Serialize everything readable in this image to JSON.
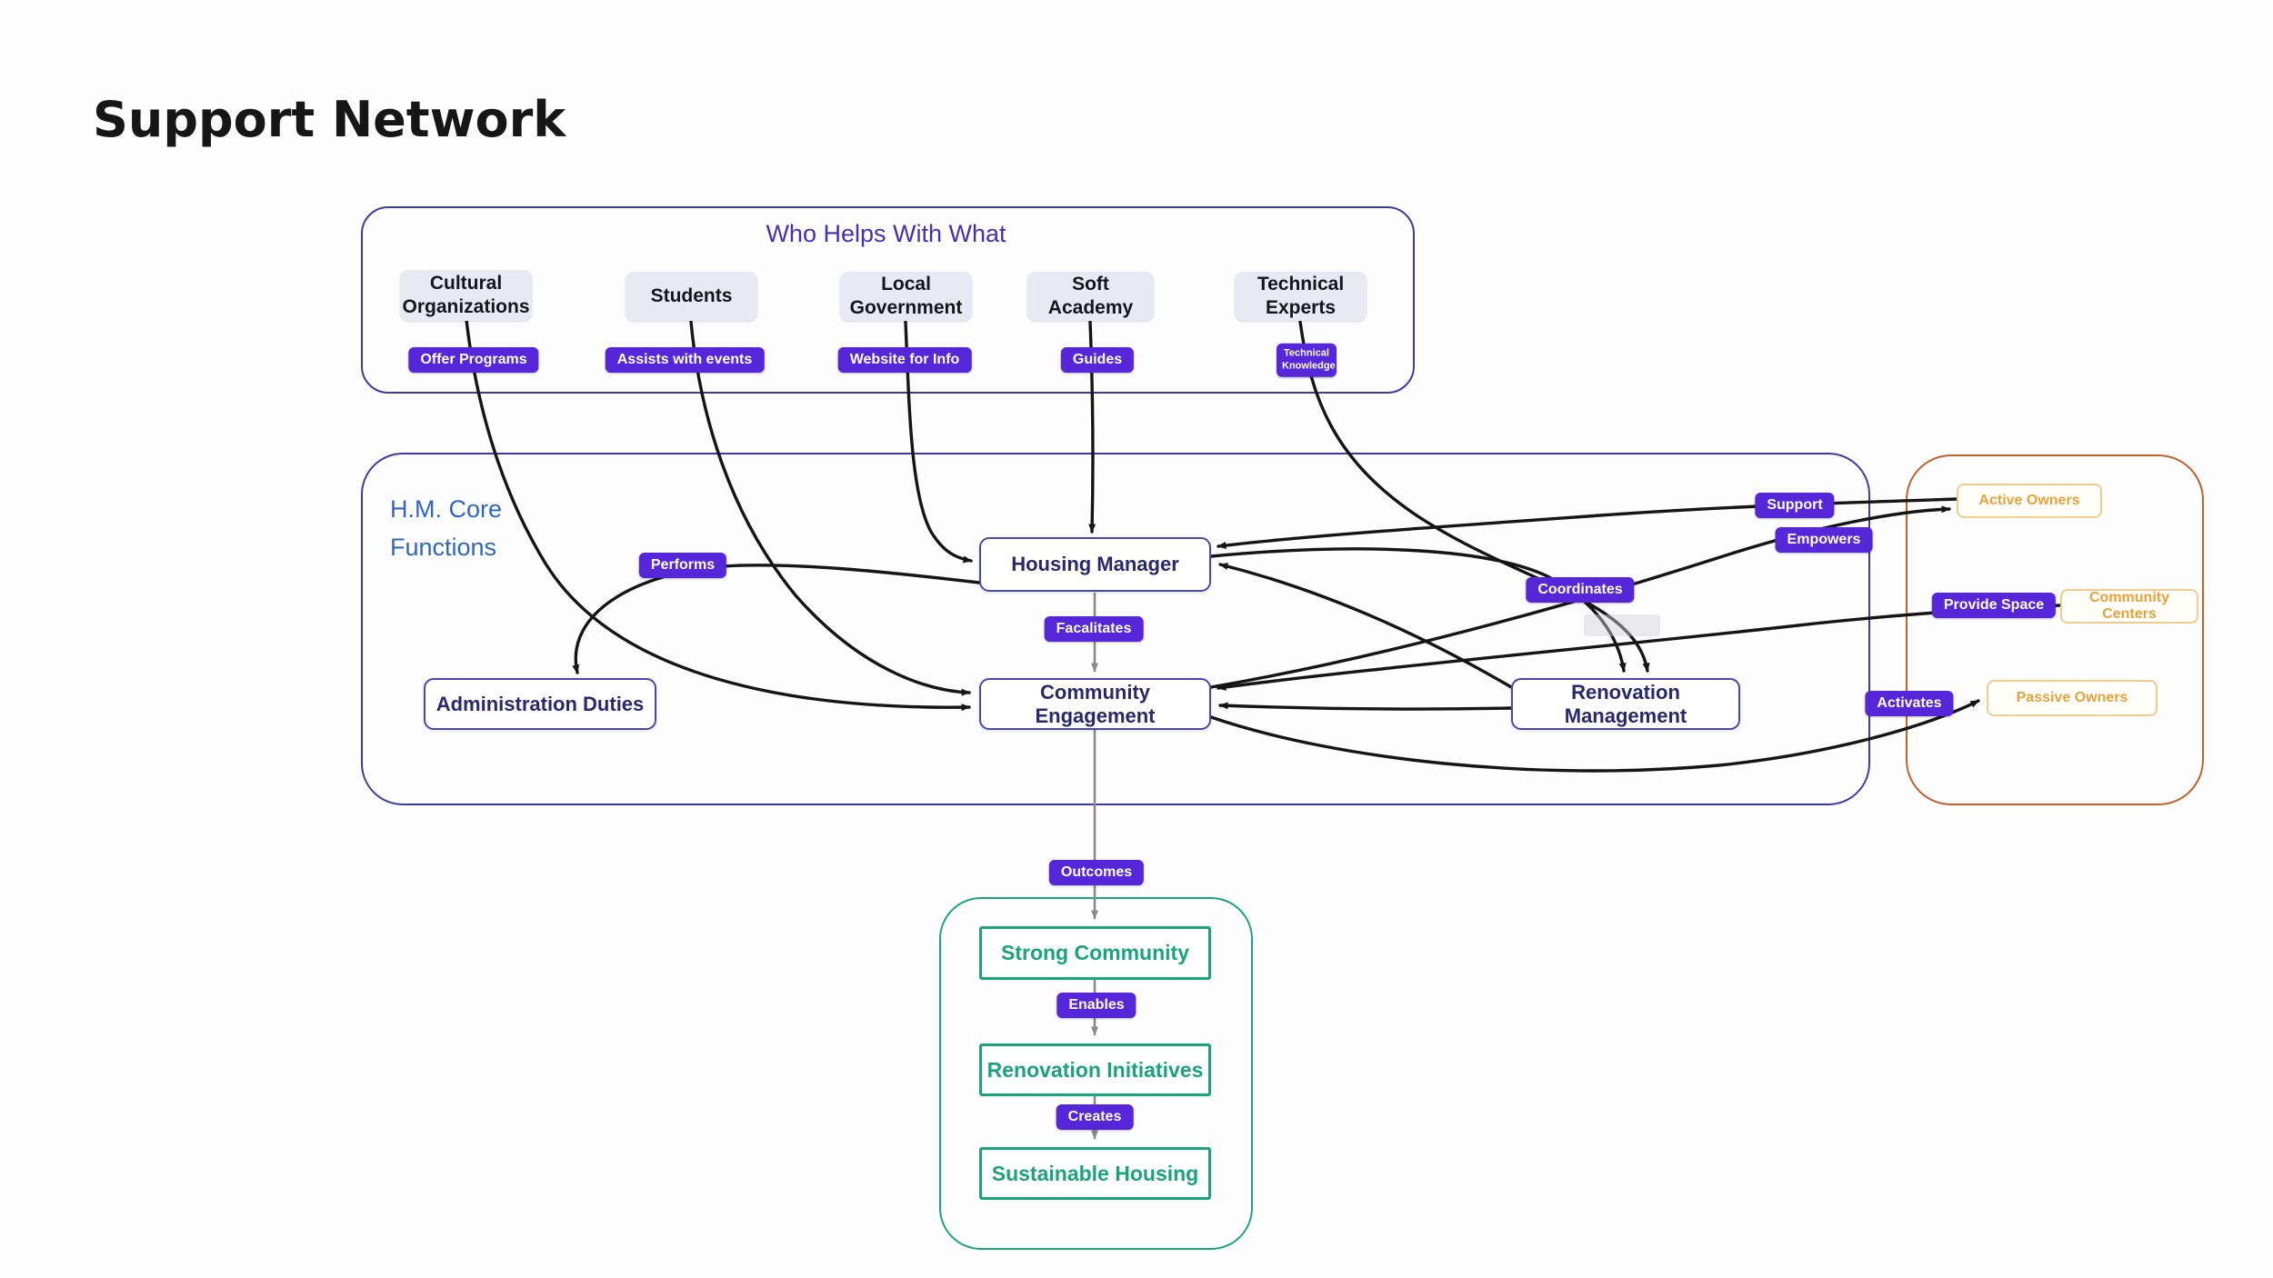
{
  "page": {
    "title": "Support Network"
  },
  "containers": {
    "who_helps": {
      "title": "Who Helps With What"
    },
    "core": {
      "title_line1": "H.M. Core",
      "title_line2": "Functions"
    }
  },
  "nodes": {
    "cultural_organizations": {
      "label": "Cultural Organizations"
    },
    "students": {
      "label": "Students"
    },
    "local_government": {
      "label": "Local Government"
    },
    "soft_academy": {
      "label": "Soft Academy"
    },
    "technical_experts": {
      "label": "Technical Experts"
    },
    "housing_manager": {
      "label": "Housing Manager"
    },
    "administration_duties": {
      "label": "Administration Duties"
    },
    "community_engagement": {
      "label": "Community Engagement"
    },
    "renovation_management": {
      "label": "Renovation Management"
    },
    "active_owners": {
      "label": "Active Owners"
    },
    "community_centers": {
      "label": "Community Centers"
    },
    "passive_owners": {
      "label": "Passive Owners"
    },
    "strong_community": {
      "label": "Strong Community"
    },
    "renovation_initiatives": {
      "label": "Renovation Initiatives"
    },
    "sustainable_housing": {
      "label": "Sustainable Housing"
    }
  },
  "edge_labels": {
    "offer_programs": "Offer Programs",
    "assists_with_events": "Assists with events",
    "website_for_info": "Website for Info",
    "guides": "Guides",
    "technical_knowledge": "Technical Knowledge",
    "performs": "Performs",
    "facalitates": "Facalitates",
    "coordinates": "Coordinates",
    "support": "Support",
    "empowers": "Empowers",
    "provide_space": "Provide Space",
    "activates": "Activates",
    "outcomes": "Outcomes",
    "enables": "Enables",
    "creates": "Creates"
  },
  "colors": {
    "edge_label_bg": "#5627d8",
    "indigo_border": "#4a48ab",
    "indigo_container": "#3d3aa3",
    "orange_container": "#c2602c",
    "orange_node_text": "#e9a23b",
    "green": "#19a47b",
    "heading_purple": "#4531b0",
    "heading_blue": "#2f66c4",
    "edge_black": "#151515",
    "edge_grey": "#8a8a8a"
  }
}
